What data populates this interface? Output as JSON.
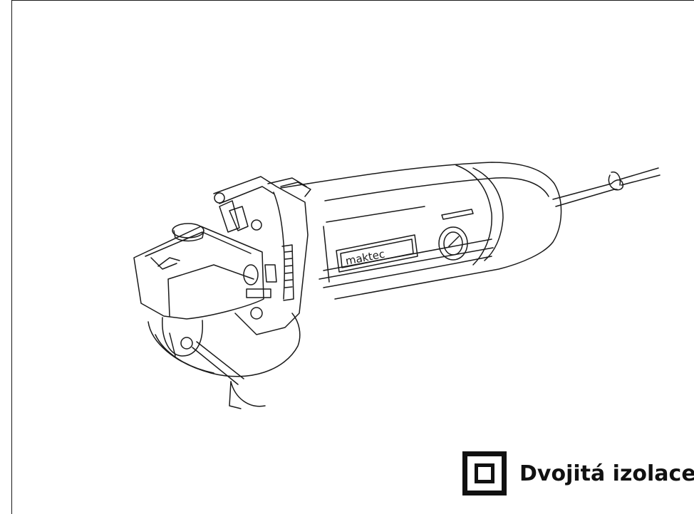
{
  "figure": {
    "subject": "angle grinder",
    "brand_label": "maktec",
    "line_color": "#1a1a1a"
  },
  "badge": {
    "symbol_icon": "double-insulation-square-icon",
    "label": "Dvojitá izolace"
  }
}
